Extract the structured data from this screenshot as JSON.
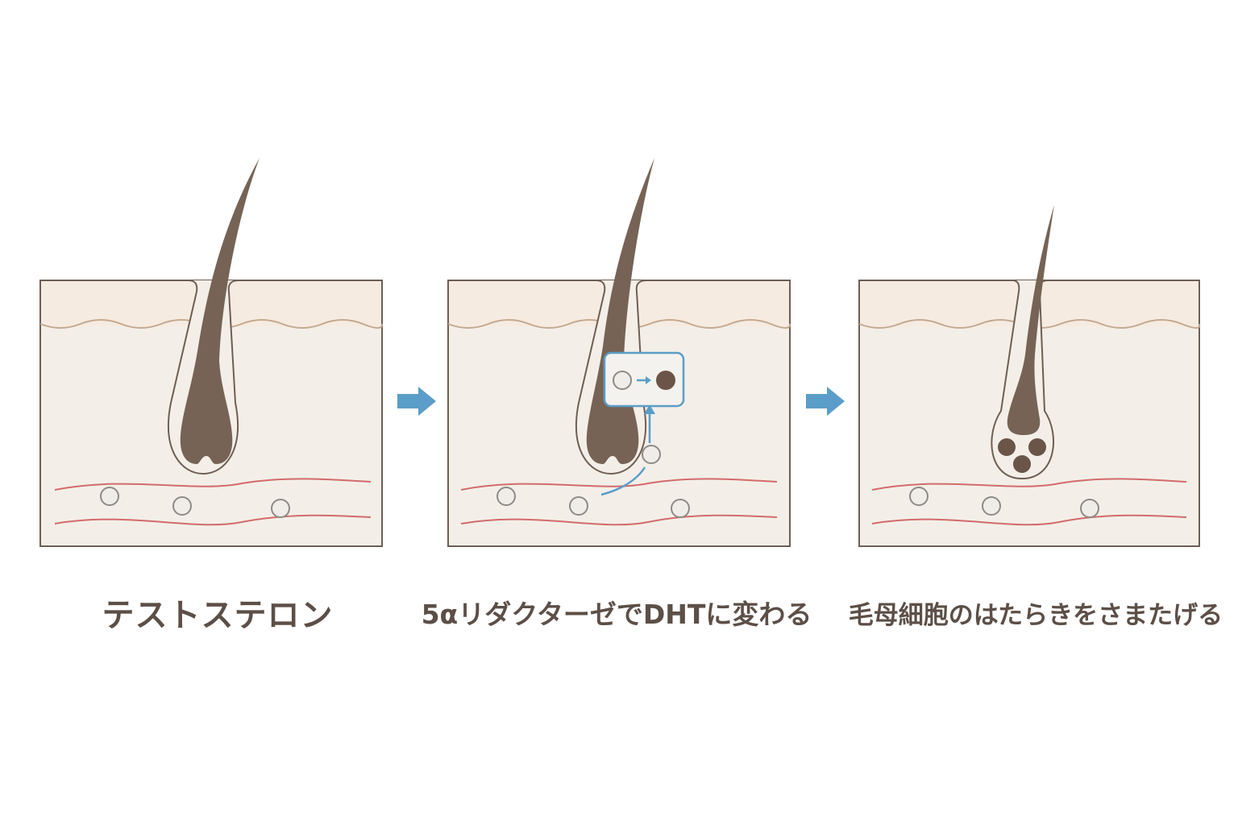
{
  "steps": [
    {
      "caption": "テストステロン"
    },
    {
      "caption": "5αリダクターゼでDHTに変わる"
    },
    {
      "caption": "毛母細胞のはたらきをさまたげる"
    }
  ],
  "colors": {
    "hair": "#766355",
    "epidermis": "#f6ebe1",
    "dermis": "#f3efe8",
    "outline": "#6e5e54",
    "vessel": "#d26b6b",
    "arrow": "#5a9dc8",
    "cell": "#f0ede8",
    "cell_stroke": "#8e8a86",
    "dht": "#6b5548",
    "caption": "#5c4f47"
  }
}
